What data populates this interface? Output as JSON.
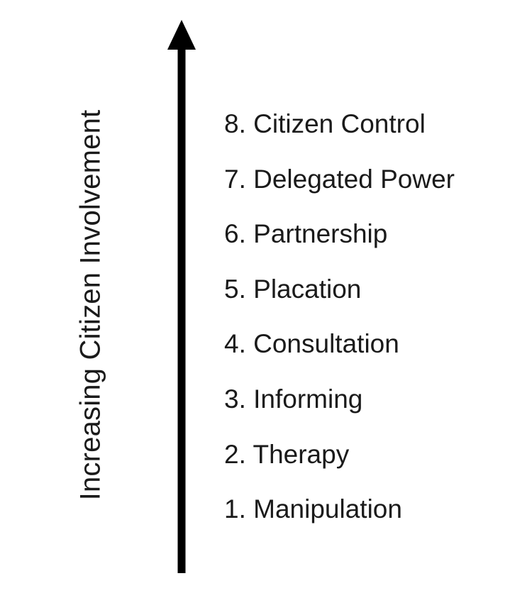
{
  "axis": {
    "label": "Increasing Citizen Involvement"
  },
  "rungs": [
    "8. Citizen Control",
    "7. Delegated Power",
    "6. Partnership",
    "5. Placation",
    "4. Consultation",
    "3. Informing",
    "2. Therapy",
    "1. Manipulation"
  ],
  "colors": {
    "text": "#1a1a1a",
    "arrow": "#000000",
    "background": "#ffffff"
  },
  "icons": {
    "arrow": "up-arrow-icon"
  }
}
